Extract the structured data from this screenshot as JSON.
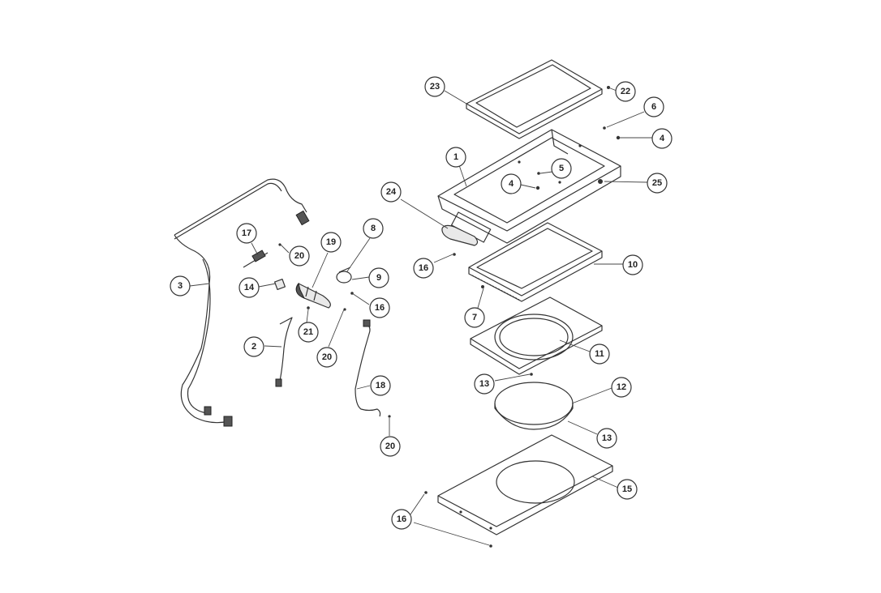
{
  "callouts": [
    {
      "id": "c23a",
      "label": "23"
    },
    {
      "id": "c22",
      "label": "22"
    },
    {
      "id": "c6",
      "label": "6"
    },
    {
      "id": "c4a",
      "label": "4"
    },
    {
      "id": "c1",
      "label": "1"
    },
    {
      "id": "c5",
      "label": "5"
    },
    {
      "id": "c4b",
      "label": "4"
    },
    {
      "id": "c25",
      "label": "25"
    },
    {
      "id": "c24",
      "label": "24"
    },
    {
      "id": "c16a",
      "label": "16"
    },
    {
      "id": "c10",
      "label": "10"
    },
    {
      "id": "c7",
      "label": "7"
    },
    {
      "id": "c11",
      "label": "11"
    },
    {
      "id": "c13a",
      "label": "13"
    },
    {
      "id": "c12",
      "label": "12"
    },
    {
      "id": "c13b",
      "label": "13"
    },
    {
      "id": "c15",
      "label": "15"
    },
    {
      "id": "c16b",
      "label": "16"
    },
    {
      "id": "c17",
      "label": "17"
    },
    {
      "id": "c20a",
      "label": "20"
    },
    {
      "id": "c19",
      "label": "19"
    },
    {
      "id": "c8",
      "label": "8"
    },
    {
      "id": "c3",
      "label": "3"
    },
    {
      "id": "c14",
      "label": "14"
    },
    {
      "id": "c9",
      "label": "9"
    },
    {
      "id": "c16c",
      "label": "16"
    },
    {
      "id": "c21",
      "label": "21"
    },
    {
      "id": "c2",
      "label": "2"
    },
    {
      "id": "c20b",
      "label": "20"
    },
    {
      "id": "c18",
      "label": "18"
    },
    {
      "id": "c20c",
      "label": "20"
    }
  ]
}
